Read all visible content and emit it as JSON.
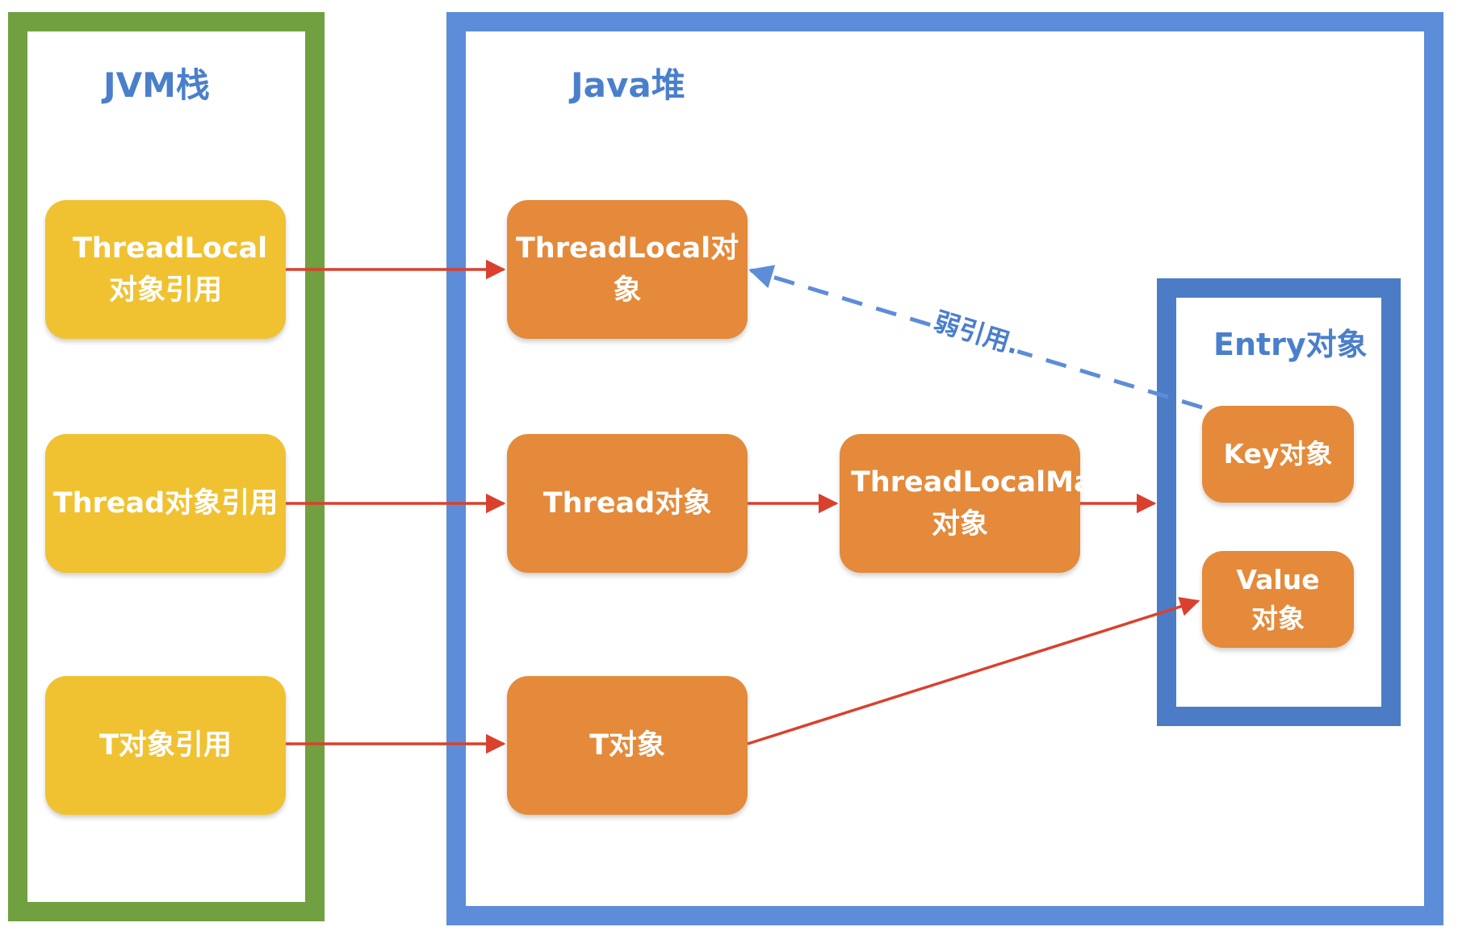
{
  "titles": {
    "jvm_stack": "JVM栈",
    "java_heap": "Java堆",
    "entry": "Entry对象"
  },
  "stack_refs": {
    "threadlocal_ref": "ThreadLocal对象引用",
    "thread_ref": "Thread对象引用",
    "t_ref": "T对象引用"
  },
  "heap_objects": {
    "threadlocal": "ThreadLocal对象",
    "thread": "Thread对象",
    "threadlocalmap": "ThreadLocalMap对象",
    "t": "T对象"
  },
  "entry_objects": {
    "key": "Key对象",
    "value": "Value对象"
  },
  "edges": {
    "weak_ref_label": "弱引用."
  },
  "colors": {
    "jvm_border": "#70a040",
    "heap_border": "#5d8cd8",
    "entry_border": "#4c7cc6",
    "stack_box": "#f0c232",
    "heap_box": "#e48a3a",
    "arrow": "#d9412e",
    "weak_arrow": "#5d8cd8",
    "title_text": "#4a7fcb"
  }
}
